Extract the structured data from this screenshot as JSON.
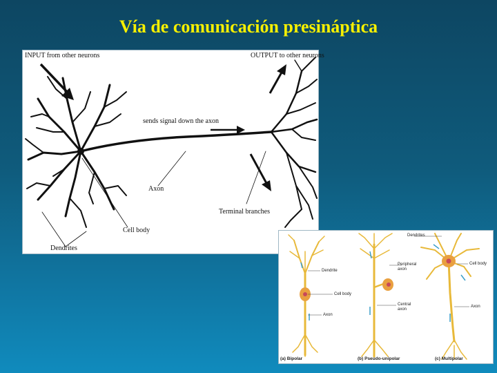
{
  "slide": {
    "title": "Vía de comunicación presináptica"
  },
  "neuron_diagram": {
    "input_label": "INPUT from other neurons",
    "output_label": "OUTPUT to other neurons",
    "signal_label": "sends signal down the axon",
    "axon_label": "Axon",
    "terminal_label": "Terminal branches",
    "cell_body_label": "Cell body",
    "dendrites_label": "Dendrites"
  },
  "neuron_types": {
    "dendrites_label": "Dendrites",
    "dendrite_label": "Dendrite",
    "cell_body_label_a": "Cell body",
    "axon_label_a": "Axon",
    "peripheral_axon_label": "Peripheral axon",
    "central_axon_label": "Central axon",
    "cell_body_label_c": "Cell body",
    "axon_label_c": "Axon",
    "caption_a": "(a) Bipolar",
    "caption_b": "(b) Pseudo-unipolar",
    "caption_c": "(c) Multipolar"
  },
  "colors": {
    "title": "#f7f000",
    "neuron": "#e8b93a",
    "soma": "#e9a040",
    "arrow": "#3a9ec9"
  }
}
